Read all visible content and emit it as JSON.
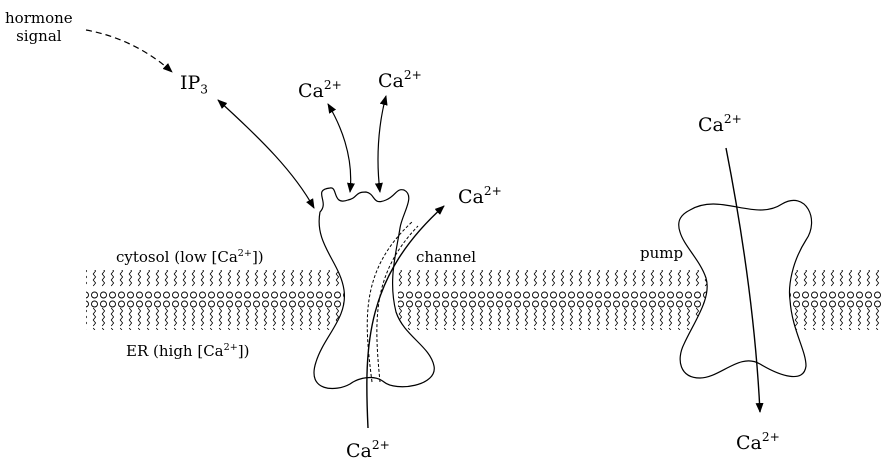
{
  "labels": {
    "hormone_line1": "hormone",
    "hormone_line2": "signal",
    "ip3_base": "IP",
    "ip3_sub": "3",
    "ca": "Ca",
    "ca_charge": "2+",
    "cytosol_pre": "cytosol (low [Ca",
    "cytosol_post": "])",
    "er_pre": "ER (high [Ca",
    "er_post": "])",
    "channel": "channel",
    "pump": "pump"
  }
}
